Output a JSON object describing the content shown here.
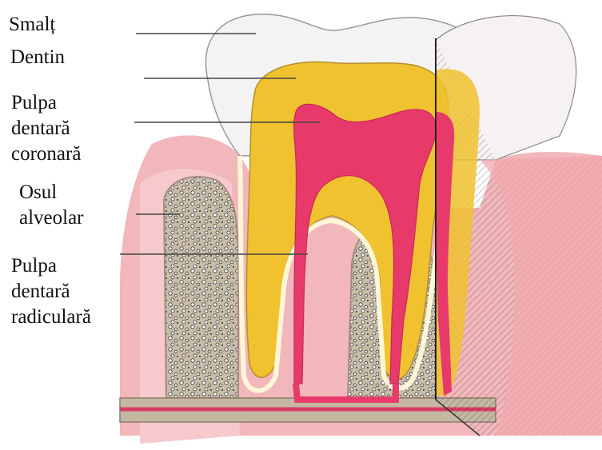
{
  "labels": {
    "enamel": "Smalț",
    "dentin": "Dentin",
    "coronal_pulp": [
      "Pulpa",
      "dentară",
      "coronară"
    ],
    "alveolar_bone": [
      "Osul",
      "alveolar"
    ],
    "root_pulp": [
      "Pulpa",
      "dentară",
      "radiculară"
    ]
  },
  "colors": {
    "enamel": "#f3f3f3",
    "dentin": "#f0c230",
    "pulp": "#e83a6a",
    "gum": "#f2b7bb",
    "bone": "#c7bba6",
    "leader_line": "#444444"
  }
}
